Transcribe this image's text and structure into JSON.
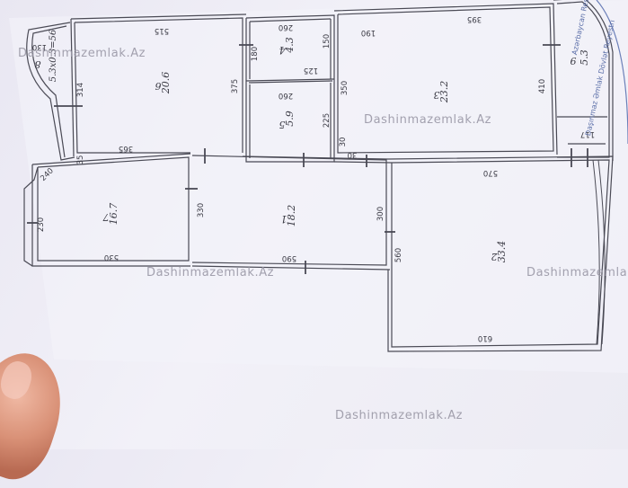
{
  "watermark": "Dashinmazemlak.Az",
  "rooms": [
    {
      "id": "1",
      "area": "18.2"
    },
    {
      "id": "2",
      "area": "33.4"
    },
    {
      "id": "3",
      "area": "23.2"
    },
    {
      "id": "4",
      "area": "4.3"
    },
    {
      "id": "5",
      "area": "5.9"
    },
    {
      "id": "6",
      "area": "20.6"
    },
    {
      "id": "7",
      "area": "16.7"
    },
    {
      "id": "8",
      "area": "5.3x0.3=56"
    },
    {
      "id": "9",
      "area": "5.3"
    }
  ],
  "dimensions": {
    "d515": "515",
    "d365": "365",
    "d375": "375",
    "d314": "314",
    "d130": "130",
    "d35": "35",
    "d260a": "260",
    "d150": "150",
    "d180": "180",
    "d125": "125",
    "d260b": "260",
    "d225": "225",
    "d30a": "30",
    "d30b": "30",
    "d395": "395",
    "d190": "190",
    "d350": "350",
    "d410": "410",
    "d117": "117",
    "d570": "570",
    "d300": "300",
    "d560": "560",
    "d610": "610",
    "d330": "330",
    "d590": "590",
    "d230": "230",
    "d530": "530",
    "d240": "240"
  },
  "stamp": {
    "line1": "Azərbaycan Respublikası",
    "line2": "Daşınmaz Əmlak Dövlət Reyestri"
  }
}
